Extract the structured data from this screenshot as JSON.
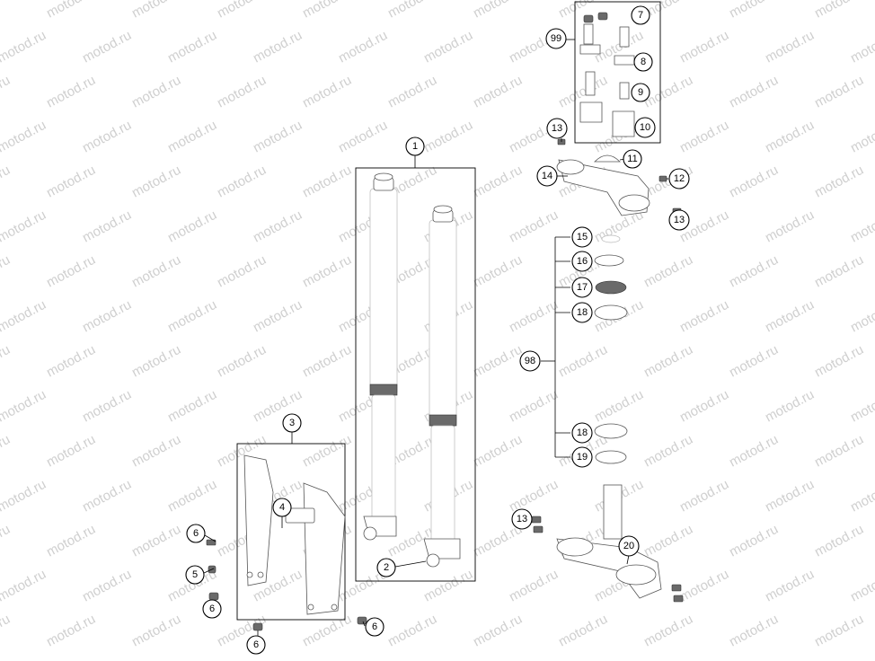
{
  "watermark": "motod.ru",
  "callouts": {
    "c1": "1",
    "c2": "2",
    "c3": "3",
    "c4": "4",
    "c5": "5",
    "c6a": "6",
    "c6b": "6",
    "c6c": "6",
    "c6d": "6",
    "c7": "7",
    "c8": "8",
    "c9": "9",
    "c10": "10",
    "c11": "11",
    "c12": "12",
    "c13a": "13",
    "c13b": "13",
    "c13c": "13",
    "c14": "14",
    "c15": "15",
    "c16": "16",
    "c17": "17",
    "c18a": "18",
    "c18b": "18",
    "c19": "19",
    "c20": "20",
    "c98": "98",
    "c99": "99"
  },
  "colors": {
    "line": "#000000",
    "part_stroke": "#555555",
    "watermark": "#cfcfcf"
  }
}
